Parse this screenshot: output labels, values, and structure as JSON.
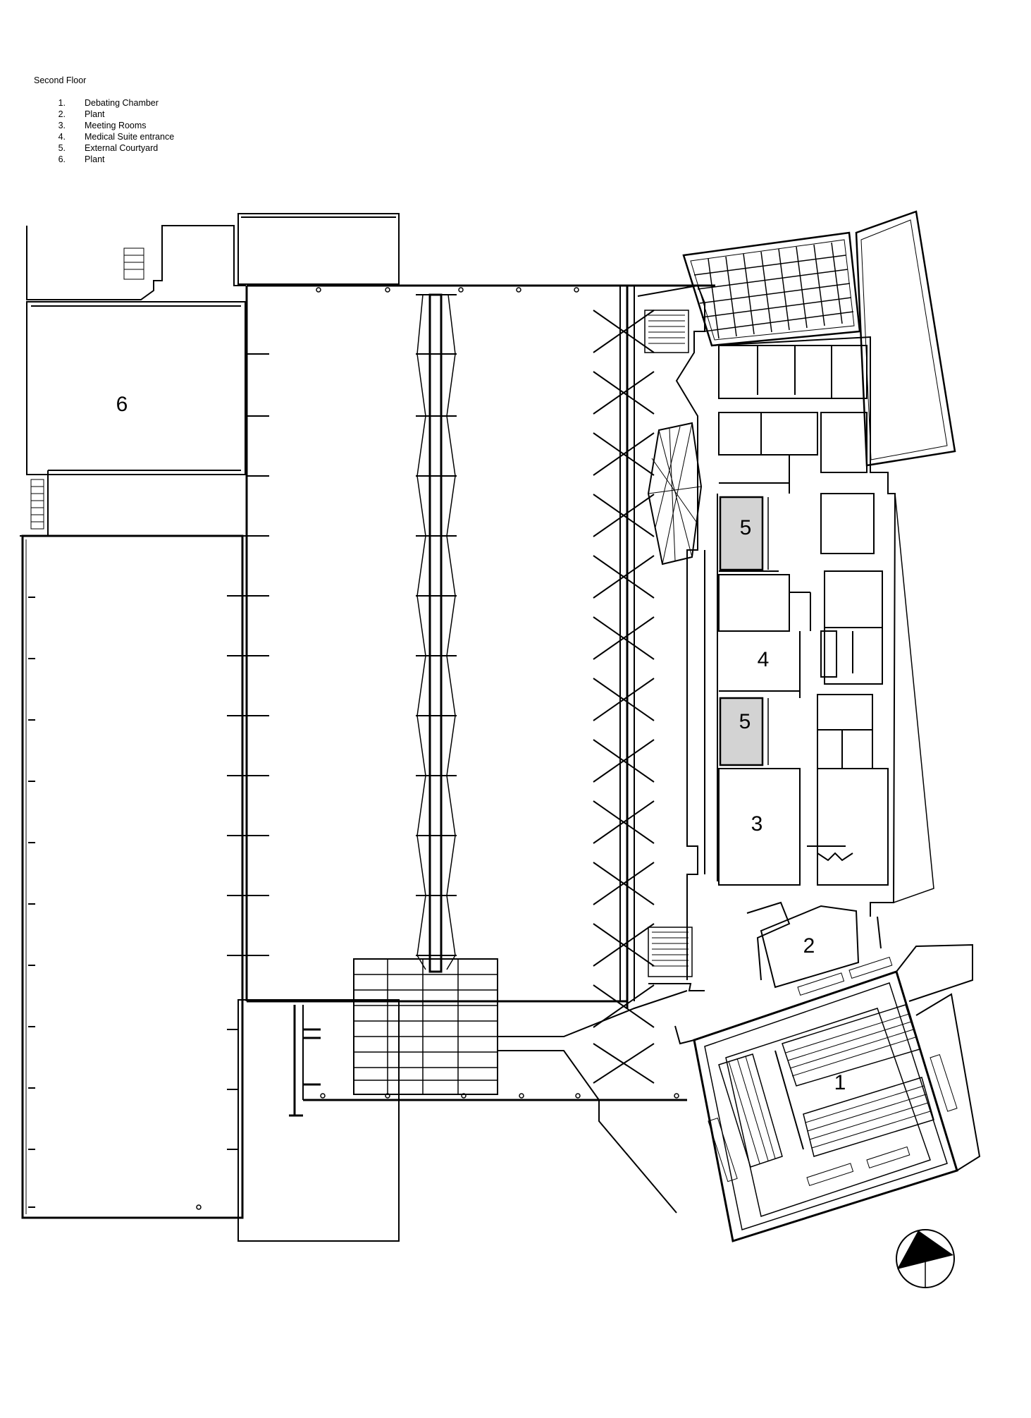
{
  "legend": {
    "title": "Second Floor",
    "items": [
      {
        "num": "1.",
        "label": "Debating Chamber"
      },
      {
        "num": "2.",
        "label": "Plant"
      },
      {
        "num": "3.",
        "label": "Meeting Rooms"
      },
      {
        "num": "4.",
        "label": "Medical Suite entrance"
      },
      {
        "num": "5.",
        "label": "External Courtyard"
      },
      {
        "num": "6.",
        "label": "Plant"
      }
    ]
  },
  "room_labels": {
    "plant_west": "6",
    "courtyard_north": "5",
    "medical_suite": "4",
    "courtyard_south": "5",
    "meeting_rooms": "3",
    "plant_east": "2",
    "debating_chamber": "1"
  },
  "colors": {
    "line": "#000000",
    "courtyard_fill": "#d3d3d3",
    "background": "#ffffff"
  },
  "north_arrow_icon": "north-arrow-icon"
}
